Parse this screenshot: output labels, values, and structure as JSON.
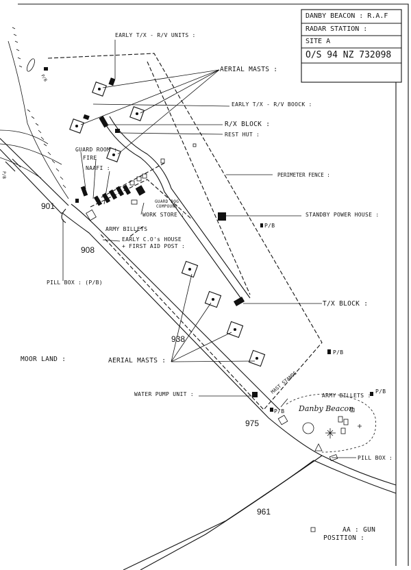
{
  "title_block": {
    "line1": "DANBY BEACON : R.A.F",
    "line2": "RADAR STATION :",
    "line3": "SITE A",
    "line4": "O/S 94 NZ 732098"
  },
  "labels": {
    "early_tx_rv_units": "EARLY T/X - R/V UNITS :",
    "aerial_masts_top": "AERIAL MASTS :",
    "early_tx_rv_block": "EARLY T/X - R/V BOOCK :",
    "rx_block": "R/X BLOCK :",
    "rest_hut": "REST HUT :",
    "guard_room": "GUARD ROOM :",
    "fire": "FIRE",
    "naafi": "NAAFI :",
    "perimeter_fence": "PERIMETER FENCE :",
    "guard_dog_1": "GUARD DOG",
    "guard_dog_2": "COMPOUND",
    "work_store": "WORK STORE :",
    "standby_power_house": "STANDBY POWER HOUSE :",
    "army_billets": "ARMY BILLETS",
    "early_co_house_1": "EARLY C.O's HOUSE",
    "early_co_house_2": "+ FIRST AID POST :",
    "pill_box_left": "PILL BOX : (P/B)",
    "tx_block": "T/X BLOCK :",
    "moor_land": "MOOR LAND :",
    "aerial_masts_bottom": "AERIAL MASTS :",
    "water_pump_unit": "WATER PUMP UNIT :",
    "mast_stands": "MAST STANDS",
    "army_billets_lower": "ARMY BILLETS :",
    "danby_beacon": "Danby Beacon",
    "pill_box_lower": "PILL BOX :",
    "aa_gun_1": "AA : GUN",
    "aa_gun_2": "POSITION :",
    "pb": "P/B",
    "pb_top": "P/B",
    "pb_road": "P/B"
  },
  "spot_heights": [
    "901",
    "908",
    "938",
    "975",
    "961"
  ],
  "colors": {
    "ink": "#111111",
    "paper": "#ffffff"
  }
}
